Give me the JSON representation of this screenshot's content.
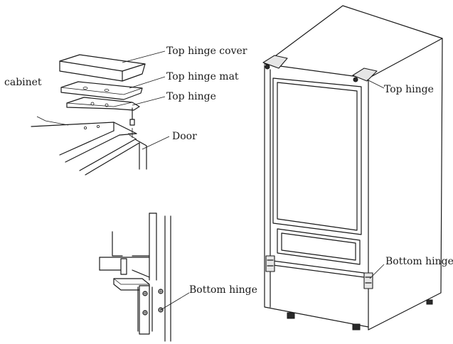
{
  "labels": {
    "top_hinge_cover": "Top hinge cover",
    "top_hinge_mat": "Top hinge mat",
    "top_hinge_detail": "Top hinge",
    "cabinet": "cabinet",
    "door": "Door",
    "bottom_hinge_detail": "Bottom hinge",
    "top_hinge_unit": "Top hinge",
    "bottom_hinge_unit": "Bottom hinge"
  },
  "colors": {
    "line": "#1a1a1a",
    "background": "#ffffff",
    "shade": "#e6e6e6"
  }
}
